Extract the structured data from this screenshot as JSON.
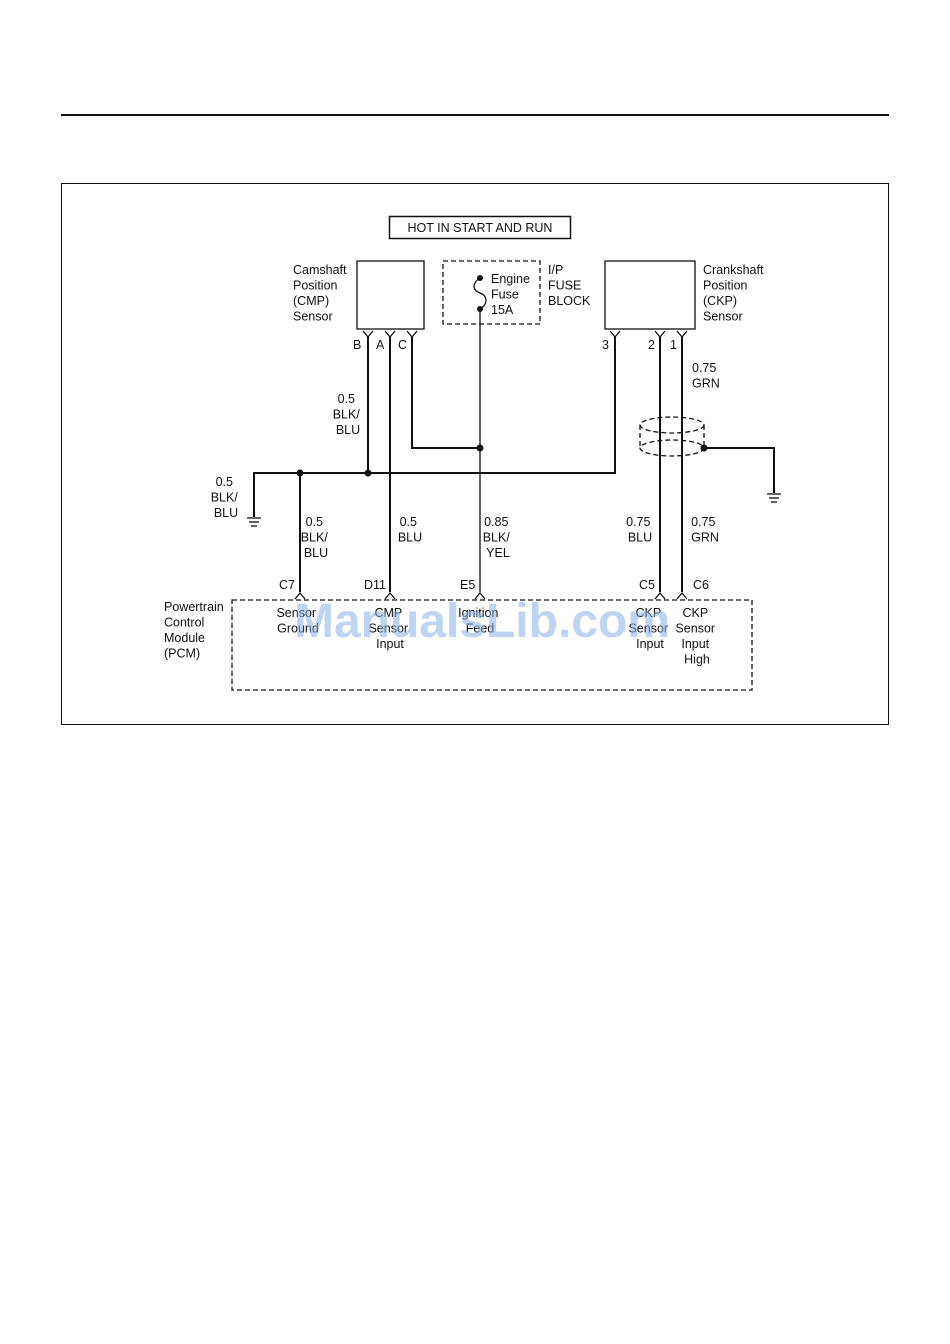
{
  "hot_box": "HOT IN START AND RUN",
  "cmp_sensor": [
    "Camshaft",
    "Position",
    "(CMP)",
    "Sensor"
  ],
  "cmp_pins": {
    "b": "B",
    "a": "A",
    "c": "C"
  },
  "fuse": [
    "Engine",
    "Fuse",
    "15A"
  ],
  "fuse_block": [
    "I/P",
    "FUSE",
    "BLOCK"
  ],
  "ckp_sensor": [
    "Crankshaft",
    "Position",
    "(CKP)",
    "Sensor"
  ],
  "ckp_pins": {
    "p3": "3",
    "p2": "2",
    "p1": "1"
  },
  "wire_labels": {
    "ckp_top": [
      "0.75",
      "GRN"
    ],
    "cmp_b": [
      "0.5",
      "BLK/",
      "BLU"
    ],
    "ground_left": [
      "0.5",
      "BLK/",
      "BLU"
    ],
    "c7": [
      "0.5",
      "BLK/",
      "BLU"
    ],
    "d11": [
      "0.5",
      "BLU"
    ],
    "e5": [
      "0.85",
      "BLK/",
      "YEL"
    ],
    "c5": [
      "0.75",
      "BLU"
    ],
    "c6": [
      "0.75",
      "GRN"
    ]
  },
  "pcm_pins": {
    "c7": "C7",
    "d11": "D11",
    "e5": "E5",
    "c5": "C5",
    "c6": "C6"
  },
  "pcm": [
    "Powertrain",
    "Control",
    "Module",
    "(PCM)"
  ],
  "pcm_inputs": {
    "c7": [
      "Sensor",
      "Ground"
    ],
    "d11": [
      "CMP",
      "Sensor",
      "Input"
    ],
    "e5": [
      "Ignition",
      "Feed"
    ],
    "c5": [
      "CKP",
      "Sensor",
      "Input"
    ],
    "c6": [
      "CKP",
      "Sensor",
      "Input",
      "High"
    ]
  },
  "watermark": "ManualsLib.com"
}
